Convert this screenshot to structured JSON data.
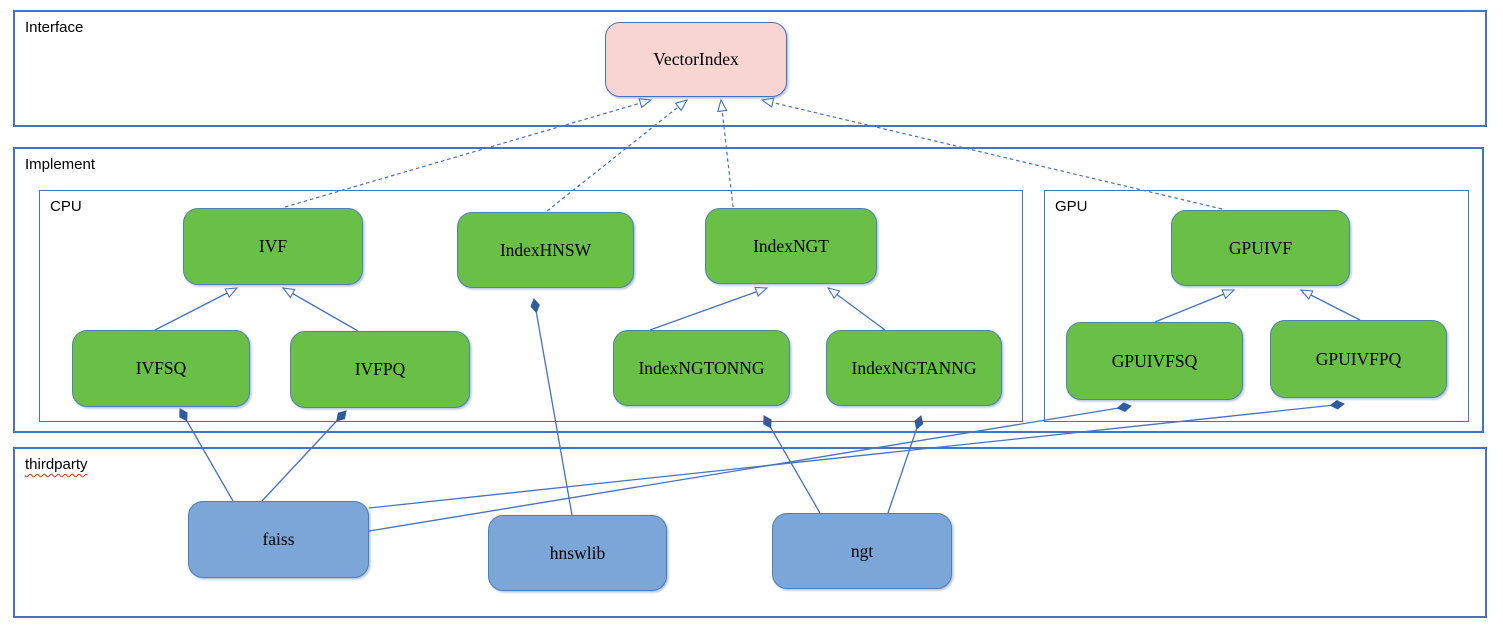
{
  "diagram": {
    "containers": {
      "interface": {
        "label": "Interface"
      },
      "implement": {
        "label": "Implement"
      },
      "cpu": {
        "label": "CPU"
      },
      "gpu": {
        "label": "GPU"
      },
      "thirdparty": {
        "label": "thirdparty"
      }
    },
    "nodes": {
      "vectorindex": {
        "label": "VectorIndex",
        "kind": "interface",
        "container": "Interface"
      },
      "ivf": {
        "label": "IVF",
        "kind": "implementation",
        "container": "Implement/CPU"
      },
      "indexhnsw": {
        "label": "IndexHNSW",
        "kind": "implementation",
        "container": "Implement/CPU"
      },
      "indexngt": {
        "label": "IndexNGT",
        "kind": "implementation",
        "container": "Implement/CPU"
      },
      "ivfsq": {
        "label": "IVFSQ",
        "kind": "implementation",
        "container": "Implement/CPU"
      },
      "ivfpq": {
        "label": "IVFPQ",
        "kind": "implementation",
        "container": "Implement/CPU"
      },
      "indexngtonng": {
        "label": "IndexNGTONNG",
        "kind": "implementation",
        "container": "Implement/CPU"
      },
      "indexngtanng": {
        "label": "IndexNGTANNG",
        "kind": "implementation",
        "container": "Implement/CPU"
      },
      "gpuivf": {
        "label": "GPUIVF",
        "kind": "implementation",
        "container": "Implement/GPU"
      },
      "gpuivfsq": {
        "label": "GPUIVFSQ",
        "kind": "implementation",
        "container": "Implement/GPU"
      },
      "gpuivfpq": {
        "label": "GPUIVFPQ",
        "kind": "implementation",
        "container": "Implement/GPU"
      },
      "faiss": {
        "label": "faiss",
        "kind": "library",
        "container": "thirdparty"
      },
      "hnswlib": {
        "label": "hnswlib",
        "kind": "library",
        "container": "thirdparty"
      },
      "ngt": {
        "label": "ngt",
        "kind": "library",
        "container": "thirdparty"
      }
    },
    "edges": [
      {
        "from": "IVF",
        "to": "VectorIndex",
        "type": "realization"
      },
      {
        "from": "IndexHNSW",
        "to": "VectorIndex",
        "type": "realization"
      },
      {
        "from": "IndexNGT",
        "to": "VectorIndex",
        "type": "realization"
      },
      {
        "from": "GPUIVF",
        "to": "VectorIndex",
        "type": "realization"
      },
      {
        "from": "IVFSQ",
        "to": "IVF",
        "type": "inheritance"
      },
      {
        "from": "IVFPQ",
        "to": "IVF",
        "type": "inheritance"
      },
      {
        "from": "IndexNGTONNG",
        "to": "IndexNGT",
        "type": "inheritance"
      },
      {
        "from": "IndexNGTANNG",
        "to": "IndexNGT",
        "type": "inheritance"
      },
      {
        "from": "GPUIVFSQ",
        "to": "GPUIVF",
        "type": "inheritance"
      },
      {
        "from": "GPUIVFPQ",
        "to": "GPUIVF",
        "type": "inheritance"
      },
      {
        "from": "faiss",
        "to": "IVFSQ",
        "type": "composition"
      },
      {
        "from": "faiss",
        "to": "IVFPQ",
        "type": "composition"
      },
      {
        "from": "faiss",
        "to": "GPUIVFSQ",
        "type": "composition"
      },
      {
        "from": "faiss",
        "to": "GPUIVFPQ",
        "type": "composition"
      },
      {
        "from": "hnswlib",
        "to": "IndexHNSW",
        "type": "composition"
      },
      {
        "from": "ngt",
        "to": "IndexNGTONNG",
        "type": "composition"
      },
      {
        "from": "ngt",
        "to": "IndexNGTANNG",
        "type": "composition"
      }
    ],
    "colors": {
      "container_border": "#4472c4",
      "interface_fill": "#f8d5d2",
      "implementation_fill": "#6abf47",
      "library_fill": "#7ca6d8",
      "connector": "#4472c4",
      "diamond_fill": "#2e5d9e",
      "spellcheck_underline": "#e0281e",
      "text": "#000000"
    }
  }
}
